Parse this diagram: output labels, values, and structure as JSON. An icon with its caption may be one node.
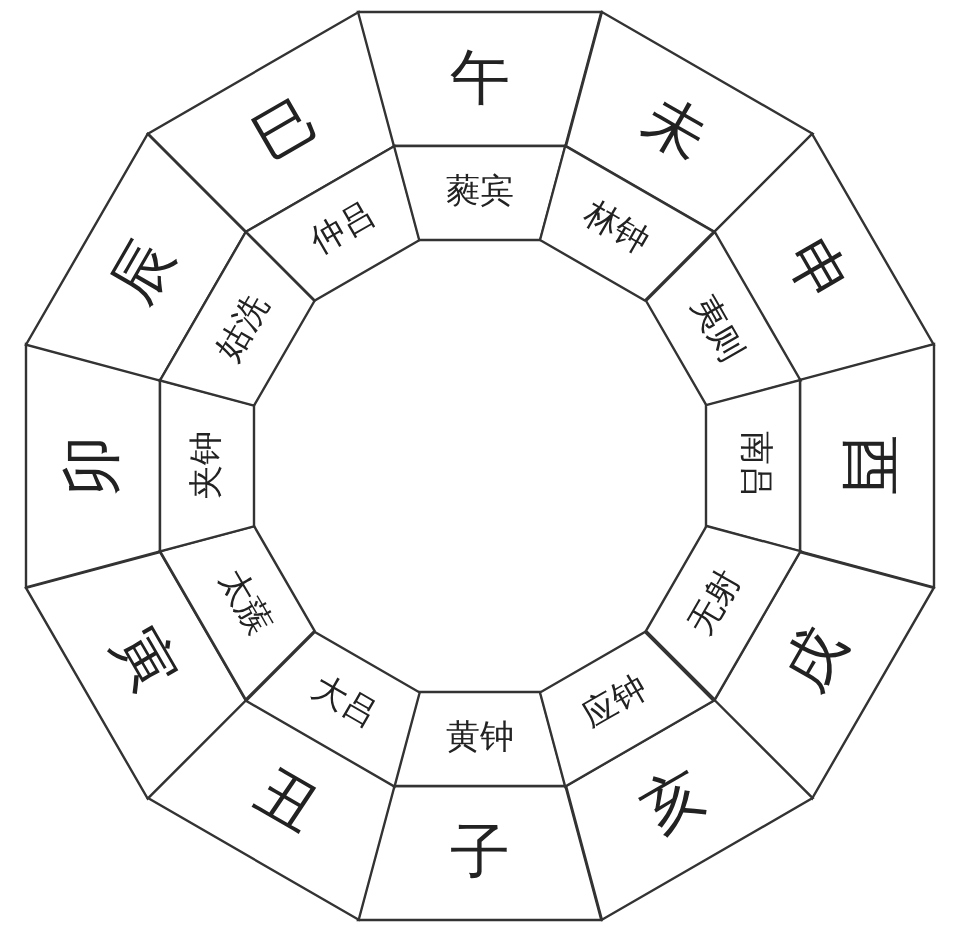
{
  "diagram": {
    "nodes": [
      {
        "text": [
          "子"
        ]
      },
      {
        "text": [
          "丑"
        ]
      },
      {
        "text": [
          "寅"
        ]
      },
      {
        "text": [
          "卯"
        ]
      },
      {
        "text": [
          "辰"
        ]
      },
      {
        "text": [
          "巳"
        ]
      },
      {
        "text": [
          "午"
        ]
      },
      {
        "text": [
          "未"
        ]
      },
      {
        "text": [
          "申"
        ]
      },
      {
        "text": [
          "酉"
        ]
      },
      {
        "text": [
          "戌"
        ]
      },
      {
        "text": [
          "亥"
        ]
      },
      {
        "text": [
          "黄钟"
        ]
      },
      {
        "text": [
          "大吕"
        ]
      },
      {
        "text": [
          "太蔟"
        ]
      },
      {
        "text": [
          "夹钟"
        ]
      },
      {
        "text": [
          "姑洗"
        ]
      },
      {
        "text": [
          "仲吕"
        ]
      },
      {
        "text": [
          "蕤宾"
        ]
      },
      {
        "text": [
          "林钟"
        ]
      },
      {
        "text": [
          "夷则"
        ]
      },
      {
        "text": [
          "南吕"
        ]
      },
      {
        "text": [
          "无射"
        ]
      },
      {
        "text": [
          "应钟"
        ]
      }
    ]
  }
}
